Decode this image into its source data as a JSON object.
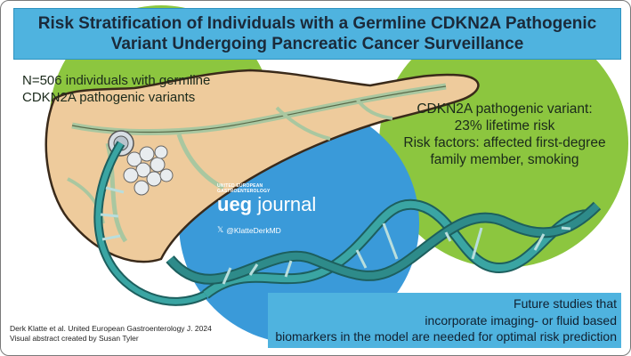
{
  "title": {
    "line1": "Risk Stratification of Individuals with a Germline CDKN2A Pathogenic",
    "line2": "Variant Undergoing Pancreatic Cancer Surveillance"
  },
  "left_note": {
    "line1": "N=506 individuals with germline",
    "line2": "CDKN2A pathogenic variants"
  },
  "right_note": {
    "line1": "CDKN2A pathogenic variant:",
    "line2": "23% lifetime risk",
    "line3": "Risk factors: affected first-degree",
    "line4": "family member, smoking"
  },
  "journal": {
    "small_line1": "UNITED EUROPEAN",
    "small_line2": "GASTROENTEROLOGY",
    "brand": "ueg",
    "name": "journal",
    "handle": "@KlatteDerkMD"
  },
  "bottom_note": {
    "line1": "Future studies that",
    "line2": "incorporate imaging- or fluid based",
    "line3": "biomarkers in the model are needed for optimal risk prediction"
  },
  "credit": {
    "line1": "Derk Klatte et al. United European Gastroenterology J. 2024",
    "line2": "Visual abstract created by Susan Tyler"
  },
  "colors": {
    "title_bg": "#4fb3df",
    "green_circle": "#8cc63f",
    "blue_circle": "#3a9ad9",
    "pancreas": "#eecb9c",
    "dna": "#2e8b8a"
  },
  "icons": [
    "x-logo-icon",
    "pancreas-illustration",
    "dna-helix-illustration",
    "tumor-cluster-icon"
  ]
}
